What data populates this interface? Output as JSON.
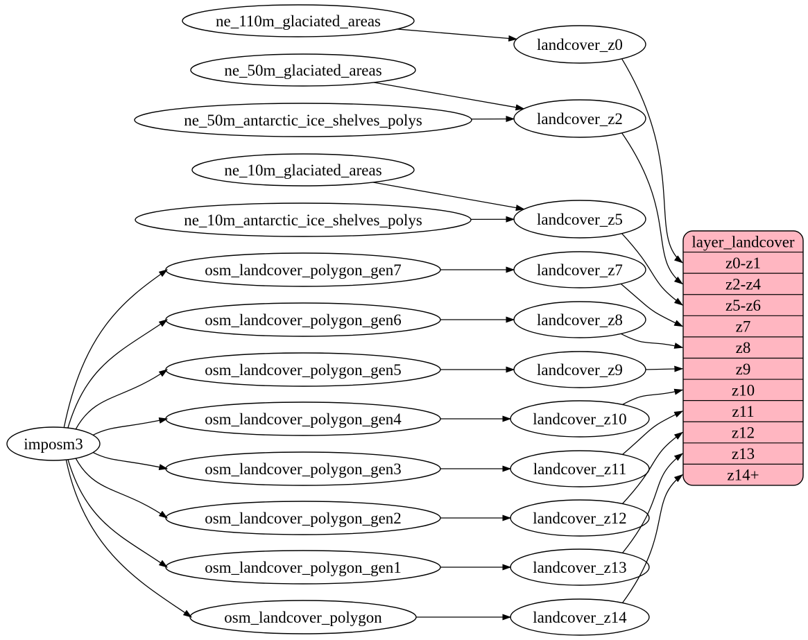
{
  "diagram": {
    "type": "flow-graph",
    "background": "#ffffff",
    "colors": {
      "node_fill": "#ffffff",
      "node_stroke": "#000000",
      "edge": "#000000",
      "record_fill": "#ffb6c1",
      "record_stroke": "#000000",
      "text": "#000000"
    },
    "nodes": [
      {
        "id": "ne_110m_glaciated_areas",
        "label": "ne_110m_glaciated_areas"
      },
      {
        "id": "ne_50m_glaciated_areas",
        "label": "ne_50m_glaciated_areas"
      },
      {
        "id": "ne_50m_antarctic_ice_shelves_polys",
        "label": "ne_50m_antarctic_ice_shelves_polys"
      },
      {
        "id": "ne_10m_glaciated_areas",
        "label": "ne_10m_glaciated_areas"
      },
      {
        "id": "ne_10m_antarctic_ice_shelves_polys",
        "label": "ne_10m_antarctic_ice_shelves_polys"
      },
      {
        "id": "osm_landcover_polygon_gen7",
        "label": "osm_landcover_polygon_gen7"
      },
      {
        "id": "osm_landcover_polygon_gen6",
        "label": "osm_landcover_polygon_gen6"
      },
      {
        "id": "osm_landcover_polygon_gen5",
        "label": "osm_landcover_polygon_gen5"
      },
      {
        "id": "osm_landcover_polygon_gen4",
        "label": "osm_landcover_polygon_gen4"
      },
      {
        "id": "osm_landcover_polygon_gen3",
        "label": "osm_landcover_polygon_gen3"
      },
      {
        "id": "osm_landcover_polygon_gen2",
        "label": "osm_landcover_polygon_gen2"
      },
      {
        "id": "osm_landcover_polygon_gen1",
        "label": "osm_landcover_polygon_gen1"
      },
      {
        "id": "osm_landcover_polygon",
        "label": "osm_landcover_polygon"
      },
      {
        "id": "imposm3",
        "label": "imposm3"
      },
      {
        "id": "landcover_z0",
        "label": "landcover_z0"
      },
      {
        "id": "landcover_z2",
        "label": "landcover_z2"
      },
      {
        "id": "landcover_z5",
        "label": "landcover_z5"
      },
      {
        "id": "landcover_z7",
        "label": "landcover_z7"
      },
      {
        "id": "landcover_z8",
        "label": "landcover_z8"
      },
      {
        "id": "landcover_z9",
        "label": "landcover_z9"
      },
      {
        "id": "landcover_z10",
        "label": "landcover_z10"
      },
      {
        "id": "landcover_z11",
        "label": "landcover_z11"
      },
      {
        "id": "landcover_z12",
        "label": "landcover_z12"
      },
      {
        "id": "landcover_z13",
        "label": "landcover_z13"
      },
      {
        "id": "landcover_z14",
        "label": "landcover_z14"
      }
    ],
    "table": {
      "id": "layer_landcover",
      "title": "layer_landcover",
      "rows": [
        "z0-z1",
        "z2-z4",
        "z5-z6",
        "z7",
        "z8",
        "z9",
        "z10",
        "z11",
        "z12",
        "z13",
        "z14+"
      ]
    },
    "edges": [
      {
        "from": "ne_110m_glaciated_areas",
        "to": "landcover_z0"
      },
      {
        "from": "ne_50m_glaciated_areas",
        "to": "landcover_z2"
      },
      {
        "from": "ne_50m_antarctic_ice_shelves_polys",
        "to": "landcover_z2"
      },
      {
        "from": "ne_10m_glaciated_areas",
        "to": "landcover_z5"
      },
      {
        "from": "ne_10m_antarctic_ice_shelves_polys",
        "to": "landcover_z5"
      },
      {
        "from": "imposm3",
        "to": "osm_landcover_polygon_gen7"
      },
      {
        "from": "imposm3",
        "to": "osm_landcover_polygon_gen6"
      },
      {
        "from": "imposm3",
        "to": "osm_landcover_polygon_gen5"
      },
      {
        "from": "imposm3",
        "to": "osm_landcover_polygon_gen4"
      },
      {
        "from": "imposm3",
        "to": "osm_landcover_polygon_gen3"
      },
      {
        "from": "imposm3",
        "to": "osm_landcover_polygon_gen2"
      },
      {
        "from": "imposm3",
        "to": "osm_landcover_polygon_gen1"
      },
      {
        "from": "imposm3",
        "to": "osm_landcover_polygon"
      },
      {
        "from": "osm_landcover_polygon_gen7",
        "to": "landcover_z7"
      },
      {
        "from": "osm_landcover_polygon_gen6",
        "to": "landcover_z8"
      },
      {
        "from": "osm_landcover_polygon_gen5",
        "to": "landcover_z9"
      },
      {
        "from": "osm_landcover_polygon_gen4",
        "to": "landcover_z10"
      },
      {
        "from": "osm_landcover_polygon_gen3",
        "to": "landcover_z11"
      },
      {
        "from": "osm_landcover_polygon_gen2",
        "to": "landcover_z12"
      },
      {
        "from": "osm_landcover_polygon_gen1",
        "to": "landcover_z13"
      },
      {
        "from": "osm_landcover_polygon",
        "to": "landcover_z14"
      },
      {
        "from": "landcover_z0",
        "to": "layer_landcover",
        "row": "z0-z1"
      },
      {
        "from": "landcover_z2",
        "to": "layer_landcover",
        "row": "z2-z4"
      },
      {
        "from": "landcover_z5",
        "to": "layer_landcover",
        "row": "z5-z6"
      },
      {
        "from": "landcover_z7",
        "to": "layer_landcover",
        "row": "z7"
      },
      {
        "from": "landcover_z8",
        "to": "layer_landcover",
        "row": "z8"
      },
      {
        "from": "landcover_z9",
        "to": "layer_landcover",
        "row": "z9"
      },
      {
        "from": "landcover_z10",
        "to": "layer_landcover",
        "row": "z10"
      },
      {
        "from": "landcover_z11",
        "to": "layer_landcover",
        "row": "z11"
      },
      {
        "from": "landcover_z12",
        "to": "layer_landcover",
        "row": "z12"
      },
      {
        "from": "landcover_z13",
        "to": "layer_landcover",
        "row": "z13"
      },
      {
        "from": "landcover_z14",
        "to": "layer_landcover",
        "row": "z14+"
      }
    ]
  }
}
